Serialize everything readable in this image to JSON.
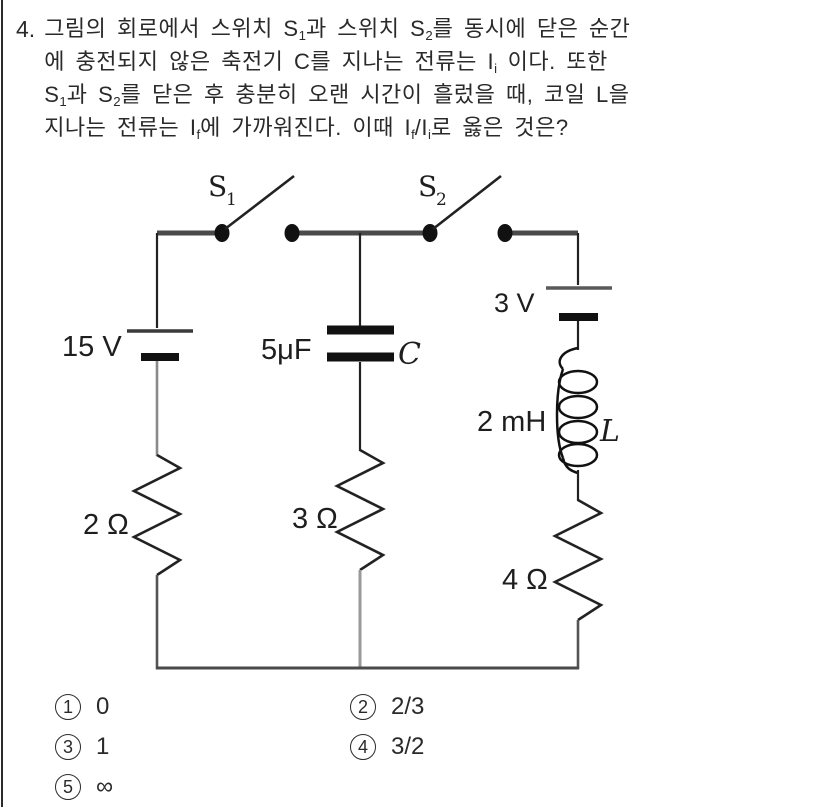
{
  "question": {
    "number": "4.",
    "line1": {
      "a": "그림의 회로에서 스위치 S",
      "b": "1",
      "c": "과 스위치 S",
      "d": "2",
      "e": "를 동시에 닫은 순간"
    },
    "line2": {
      "a": "에 충전되지 않은 축전기 C를 지나는 전류는 I",
      "b": "i",
      "c": " 이다. 또한"
    },
    "line3": {
      "a": "S",
      "b": "1",
      "c": "과 S",
      "d": "2",
      "e": "를 닫은 후 충분히 오랜 시간이 흘렀을 때, 코일 L을"
    },
    "line4": {
      "a": "지나는 전류는 I",
      "b": "f",
      "c": "에 가까워진다. 이때 I",
      "d": "f",
      "e": "/I",
      "f": "i",
      "g": "로 옳은 것은?"
    }
  },
  "circuit": {
    "switch1_label": "S",
    "switch1_sub": "1",
    "switch2_label": "S",
    "switch2_sub": "2",
    "battery_left_label": "15 V",
    "capacitor_value": "5μF",
    "capacitor_name": "C",
    "battery_right_label": "3 V",
    "inductor_value": "2 mH",
    "inductor_name": "L",
    "resistor_left_label": "2 Ω",
    "resistor_middle_label": "3 Ω",
    "resistor_right_label": "4 Ω"
  },
  "choices": [
    {
      "number": "1",
      "value": "0"
    },
    {
      "number": "2",
      "value": "2/3"
    },
    {
      "number": "3",
      "value": "1"
    },
    {
      "number": "4",
      "value": "3/2"
    },
    {
      "number": "5",
      "value": "∞"
    }
  ],
  "colors": {
    "ink": "#1a1a1a",
    "wire": "#4a4a4a",
    "gray_wire": "#8a8a8a"
  }
}
